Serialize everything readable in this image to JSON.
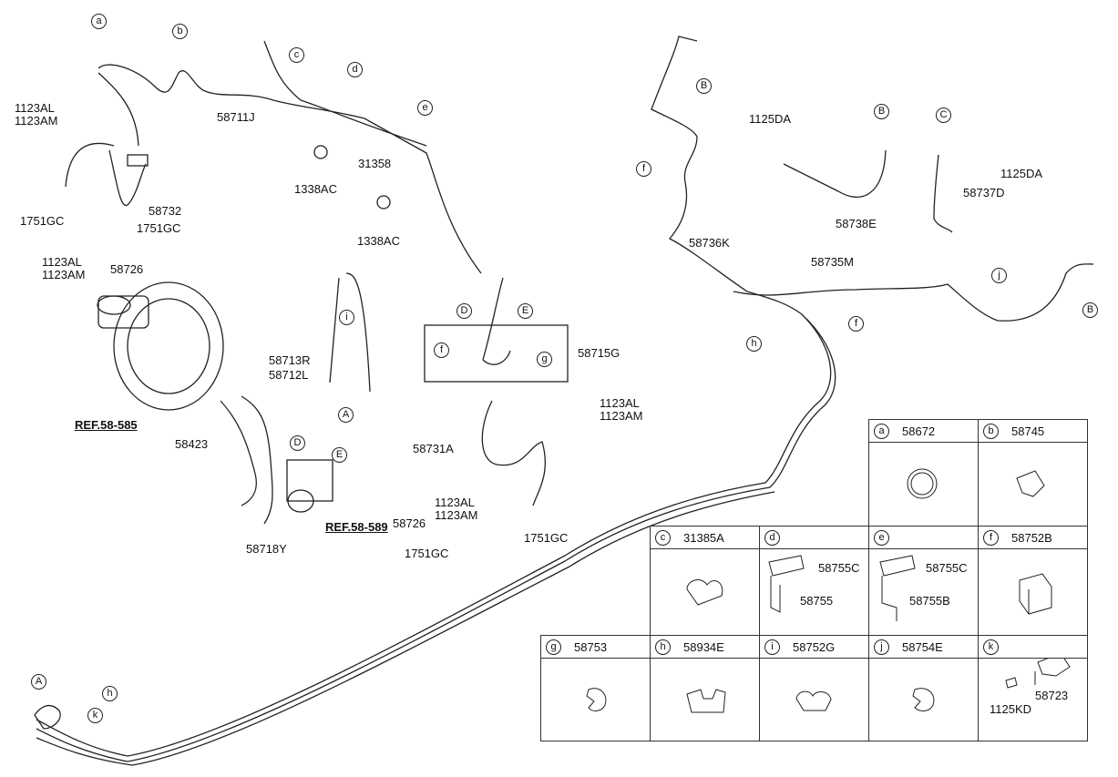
{
  "labels": [
    {
      "id": "58711J",
      "text": "58711J"
    },
    {
      "id": "1123AL_a",
      "text": "1123AL\n1123AM"
    },
    {
      "id": "1751GC_a",
      "text": "1751GC"
    },
    {
      "id": "58732",
      "text": "58732"
    },
    {
      "id": "1751GC_b",
      "text": "1751GC"
    },
    {
      "id": "1123AL_b",
      "text": "1123AL\n1123AM"
    },
    {
      "id": "58726_a",
      "text": "58726"
    },
    {
      "id": "31358",
      "text": "31358"
    },
    {
      "id": "1338AC_a",
      "text": "1338AC"
    },
    {
      "id": "1338AC_b",
      "text": "1338AC"
    },
    {
      "id": "58713R",
      "text": "58713R"
    },
    {
      "id": "58712L",
      "text": "58712L"
    },
    {
      "id": "58423",
      "text": "58423"
    },
    {
      "id": "58718Y",
      "text": "58718Y"
    },
    {
      "id": "58715G",
      "text": "58715G"
    },
    {
      "id": "1123AL_c",
      "text": "1123AL\n1123AM"
    },
    {
      "id": "58731A",
      "text": "58731A"
    },
    {
      "id": "1123AL_d",
      "text": "1123AL\n1123AM"
    },
    {
      "id": "58726_b",
      "text": "58726"
    },
    {
      "id": "1751GC_c",
      "text": "1751GC"
    },
    {
      "id": "1751GC_d",
      "text": "1751GC"
    },
    {
      "id": "1125DA_a",
      "text": "1125DA"
    },
    {
      "id": "1125DA_b",
      "text": "1125DA"
    },
    {
      "id": "58737D",
      "text": "58737D"
    },
    {
      "id": "58738E",
      "text": "58738E"
    },
    {
      "id": "58736K",
      "text": "58736K"
    },
    {
      "id": "58735M",
      "text": "58735M"
    }
  ],
  "refs": [
    {
      "id": "ref585",
      "text": "REF.58-585"
    },
    {
      "id": "ref589",
      "text": "REF.58-589"
    }
  ],
  "callouts": [
    "a",
    "b",
    "c",
    "d",
    "e",
    "f",
    "g",
    "h",
    "i",
    "j",
    "k",
    "A",
    "B",
    "C",
    "D",
    "E"
  ],
  "legend": [
    {
      "key": "a",
      "code": "58672",
      "parts": []
    },
    {
      "key": "b",
      "code": "58745",
      "parts": []
    },
    {
      "key": "c",
      "code": "31385A",
      "parts": []
    },
    {
      "key": "d",
      "code": "",
      "parts": [
        "58755C",
        "58755"
      ]
    },
    {
      "key": "e",
      "code": "",
      "parts": [
        "58755C",
        "58755B"
      ]
    },
    {
      "key": "f",
      "code": "58752B",
      "parts": []
    },
    {
      "key": "g",
      "code": "58753",
      "parts": []
    },
    {
      "key": "h",
      "code": "58934E",
      "parts": []
    },
    {
      "key": "i",
      "code": "58752G",
      "parts": []
    },
    {
      "key": "j",
      "code": "58754E",
      "parts": []
    },
    {
      "key": "k",
      "code": "",
      "parts": [
        "58723",
        "1125KD"
      ]
    }
  ]
}
